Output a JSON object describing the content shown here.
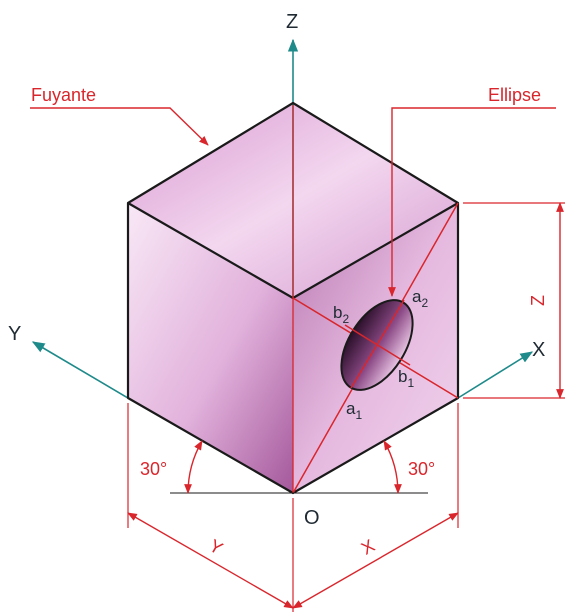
{
  "labels": {
    "axis_z": "Z",
    "axis_y": "Y",
    "axis_x": "X",
    "origin": "O",
    "fuyante": "Fuyante",
    "ellipse": "Ellipse",
    "angle_left": "30°",
    "angle_right": "30°",
    "dim_y": "Y",
    "dim_x": "X",
    "dim_z": "Z",
    "a": "a",
    "b": "b",
    "sub_1": "1",
    "sub_2": "2"
  },
  "colors": {
    "accent_red": "#d9262c",
    "axis_teal": "#1f8a8a",
    "cube_light": "#f6dff3",
    "cube_mid": "#dca3d6",
    "cube_dark": "#b06aa8",
    "outline": "#1a1a1a"
  }
}
